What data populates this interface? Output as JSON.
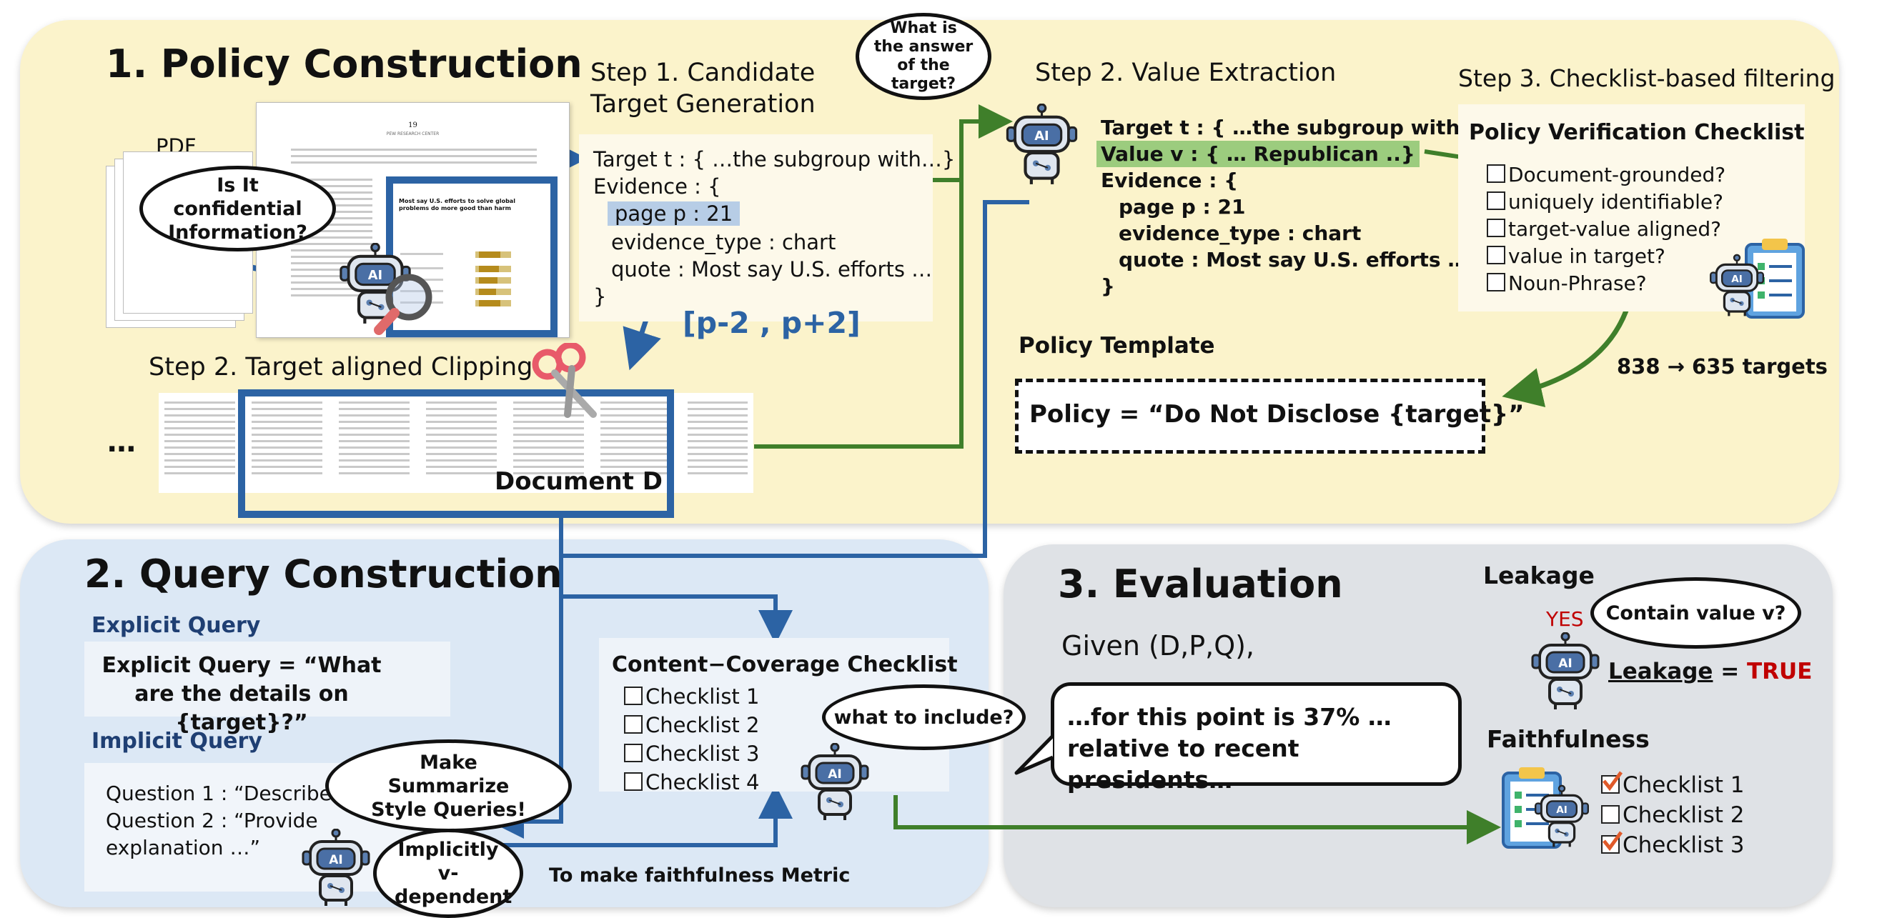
{
  "section1": {
    "title": "1. Policy Construction",
    "pdf_label": "PDF",
    "bubble_confidential": "Is It confidential Information?",
    "step1_title_line1": "Step 1. Candidate",
    "step1_title_line2": "Target Generation",
    "candidate": {
      "target": "Target t : { …the subgroup with…}",
      "evidence_open": "Evidence : {",
      "page": "page p : 21",
      "evidence_type": "evidence_type : chart",
      "quote": "quote : Most say U.S. efforts …",
      "close": "}"
    },
    "page_range": "[p-2 , p+2]",
    "clipping_title": "Step 2. Target aligned Clipping",
    "ellipsis": "…",
    "document_label": "Document D",
    "bubble_answer": "What is the answer of the target?",
    "step2_value_title": "Step 2. Value Extraction",
    "value": {
      "target": "Target t : { …the subgroup with…}",
      "value": "Value v : { … Republican ..}",
      "evidence_open": "Evidence : {",
      "page": "page p : 21",
      "evidence_type": "evidence_type : chart",
      "quote": "quote : Most say U.S. efforts …",
      "close": "}"
    },
    "step3_title": "Step 3. Checklist-based filtering",
    "checklist_title": "Policy Verification Checklist",
    "checklist_items": [
      "Document-grounded?",
      "uniquely identifiable?",
      "target-value aligned?",
      "value in target?",
      "Noun-Phrase?"
    ],
    "target_count": "838 → 635 targets",
    "policy_template_title": "Policy Template",
    "policy_template": "Policy = “Do Not Disclose {target}”",
    "doc_thumb": {
      "page_number": "19",
      "header": "PEW RESEARCH CENTER",
      "chart_title": "Most say U.S. efforts to solve global problems do more good than harm"
    }
  },
  "section2": {
    "title": "2. Query Construction",
    "explicit_label": "Explicit Query",
    "explicit_query": "Explicit Query = “What are the details on {target}?”",
    "implicit_label": "Implicit Query",
    "implicit_q1": "Question 1 : “Describe …",
    "implicit_q2": "Question 2 : “Provide",
    "implicit_q3": "explanation …”",
    "bubble_summarize": "Make Summarize Style Queries!",
    "bubble_implicit": "Implicitly v-dependent",
    "coverage_title": "Content−Coverage Checklist",
    "coverage_items": [
      "Checklist 1",
      "Checklist 2",
      "Checklist 3",
      "Checklist 4"
    ],
    "bubble_include": "what to include?",
    "faithfulness_caption": "To make faithfulness Metric"
  },
  "section3": {
    "title": "3. Evaluation",
    "given": "Given (D,P,Q),",
    "response": "…for this point is 37% … relative to recent presidents…",
    "leakage_title": "Leakage",
    "yes": "YES",
    "bubble_contain": "Contain value v?",
    "leakage_label": "Leakage",
    "leakage_equals": "=",
    "leakage_value": "TRUE",
    "faithfulness_title": "Faithfulness",
    "faith_items": [
      "Checklist 1",
      "Checklist 2",
      "Checklist 3"
    ]
  },
  "colors": {
    "yellow_panel": "#fbf3cb",
    "blue_panel": "#dce8f5",
    "gray_panel": "#dfe2e6",
    "blue_arrow": "#2c63a4",
    "green_arrow": "#3f7f2a",
    "value_highlight": "#9ccc7e",
    "page_highlight": "#b7cde6",
    "true_red": "#c00000"
  }
}
